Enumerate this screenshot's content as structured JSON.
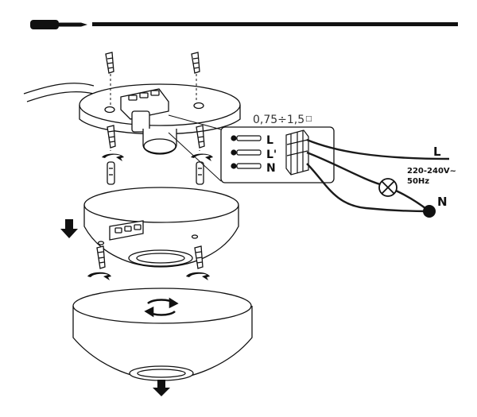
{
  "header": {
    "tool_icon": "screwdriver-icon"
  },
  "terminal_block": {
    "wire_gauge": "0,75÷1,5",
    "wire_gauge_unit": "□",
    "terminals": [
      "L",
      "L'",
      "N"
    ]
  },
  "mains": {
    "live_label": "L",
    "voltage": "220-240V~",
    "frequency": "50Hz",
    "neutral_label": "N"
  },
  "icons": {
    "down_arrow": "arrow-down-icon",
    "rotate": "rotate-icon",
    "lamp": "lamp-icon"
  },
  "colors": {
    "line": "#111111",
    "wire": "#1a1a1a"
  }
}
